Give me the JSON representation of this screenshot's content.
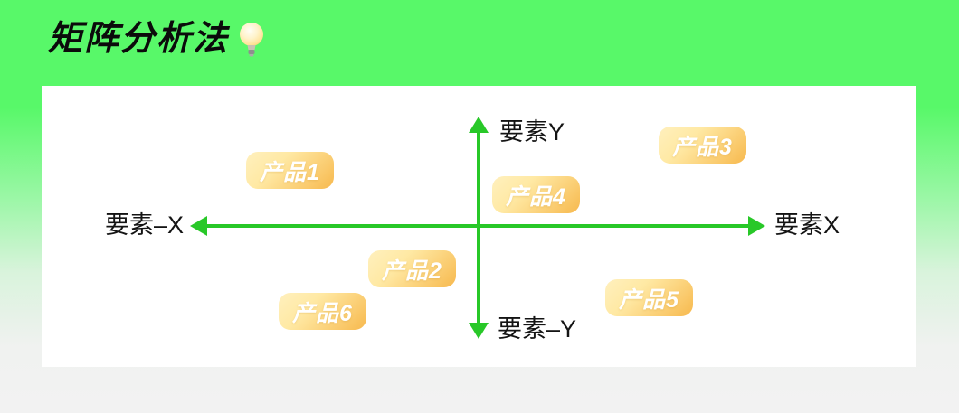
{
  "page": {
    "title": "矩阵分析法",
    "title_icon": "lightbulb"
  },
  "colors": {
    "background_top": "#58F869",
    "background_bottom": "#F2F2F2",
    "card_background": "#FFFFFF",
    "axis_green": "#28C828",
    "badge_gradient_start": "#FFF0BE",
    "badge_gradient_end": "#F7B94E",
    "badge_text": "#FFFFFF",
    "title_text": "#0B0B0B",
    "axis_label_text": "#141414"
  },
  "axes": {
    "y_positive_label": "要素Y",
    "y_negative_label": "要素–Y",
    "x_positive_label": "要素X",
    "x_negative_label": "要素–X"
  },
  "products": [
    {
      "label": "产品1",
      "quadrant": "top-left"
    },
    {
      "label": "产品2",
      "quadrant": "bottom-left"
    },
    {
      "label": "产品3",
      "quadrant": "top-right"
    },
    {
      "label": "产品4",
      "quadrant": "top-right-near-origin"
    },
    {
      "label": "产品5",
      "quadrant": "bottom-right"
    },
    {
      "label": "产品6",
      "quadrant": "bottom-left"
    }
  ]
}
